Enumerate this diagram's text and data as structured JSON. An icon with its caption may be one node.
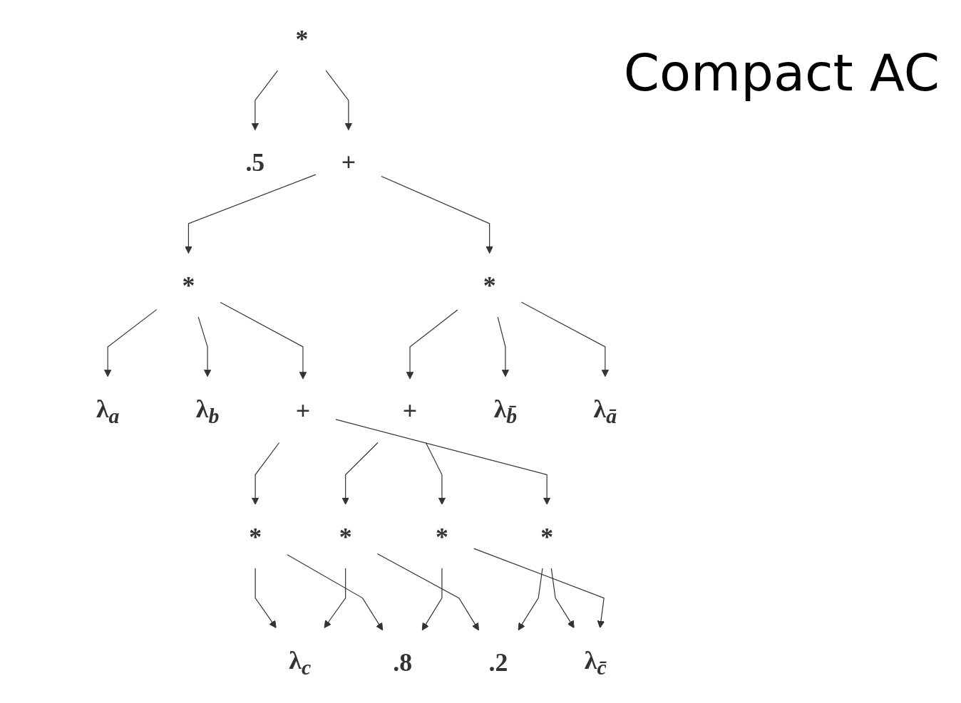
{
  "diagram": {
    "title": "Compact AC",
    "nodes": [
      {
        "text": [
          "*"
        ]
      },
      {
        "text": [
          ".5"
        ]
      },
      {
        "text": [
          "+"
        ]
      },
      {
        "text": [
          "*"
        ]
      },
      {
        "text": [
          "*"
        ]
      },
      {
        "text": [
          "λ$_{a}$"
        ]
      },
      {
        "text": [
          "λ$_{b}$"
        ]
      },
      {
        "text": [
          "+"
        ]
      },
      {
        "text": [
          "+"
        ]
      },
      {
        "text": [
          "λ$_{b̄}$"
        ]
      },
      {
        "text": [
          "λ$_{ā}$"
        ]
      },
      {
        "text": [
          "*"
        ]
      },
      {
        "text": [
          "*"
        ]
      },
      {
        "text": [
          "*"
        ]
      },
      {
        "text": [
          "*"
        ]
      },
      {
        "text": [
          "λ$_{c}$"
        ]
      },
      {
        "text": [
          ".2"
        ]
      },
      {
        "text": [
          ".8"
        ]
      },
      {
        "text": [
          "λ$_{c̄}$"
        ]
      }
    ],
    "edges": [
      {
        "from": 0,
        "to": 1,
        "arrow": "to"
      },
      {
        "from": 0,
        "to": 2,
        "arrow": "to"
      },
      {
        "from": 2,
        "to": 3,
        "arrow": "to"
      },
      {
        "from": 2,
        "to": 4,
        "arrow": "to"
      },
      {
        "from": 3,
        "to": 5,
        "arrow": "to"
      },
      {
        "from": 3,
        "to": 6,
        "arrow": "to"
      },
      {
        "from": 3,
        "to": 7,
        "arrow": "to"
      },
      {
        "from": 4,
        "to": 8,
        "arrow": "to"
      },
      {
        "from": 4,
        "to": 9,
        "arrow": "to"
      },
      {
        "from": 4,
        "to": 10,
        "arrow": "to"
      },
      {
        "from": 7,
        "to": 11,
        "arrow": "to"
      },
      {
        "from": 7,
        "to": 13,
        "arrow": "to"
      },
      {
        "from": 8,
        "to": 12,
        "arrow": "to"
      },
      {
        "from": 8,
        "to": 14,
        "arrow": "to"
      },
      {
        "from": 11,
        "to": 15,
        "arrow": "to"
      },
      {
        "from": 11,
        "to": 17,
        "arrow": "to"
      },
      {
        "from": 12,
        "to": 15,
        "arrow": "to"
      },
      {
        "from": 12,
        "to": 16,
        "arrow": "to"
      },
      {
        "from": 13,
        "to": 16,
        "arrow": "to"
      },
      {
        "from": 13,
        "to": 18,
        "arrow": "to"
      },
      {
        "from": 14,
        "to": 17,
        "arrow": "to"
      },
      {
        "from": 14,
        "to": 18,
        "arrow": "to"
      }
    ]
  }
}
